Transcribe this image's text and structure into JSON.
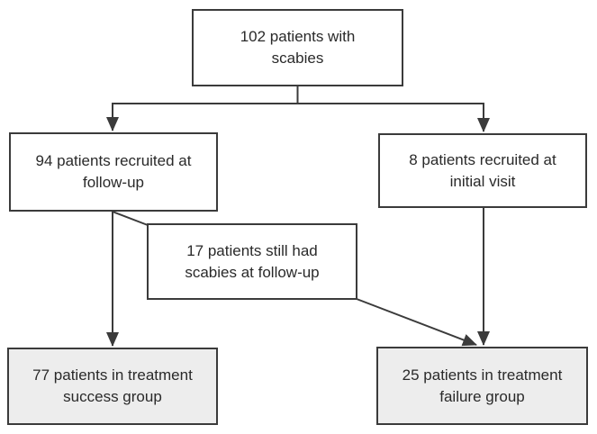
{
  "figure": {
    "type": "flowchart",
    "description": "Patient disposition flow diagram for a scabies treatment study",
    "background": "#ffffff",
    "colors": {
      "border": "#3b3b3b",
      "connector": "#3b3b3b",
      "text": "#2a2a2a",
      "node_fill": "#ffffff",
      "terminal_fill": "#ededed",
      "background": "#ffffff"
    },
    "nodes": {
      "total_patients": {
        "label": "102 patients with\nscabies",
        "count": 102,
        "fill": "white"
      },
      "recruited_followup": {
        "label": "94 patients recruited at\nfollow-up",
        "count": 94,
        "fill": "white"
      },
      "recruited_initial": {
        "label": "8 patients recruited at\ninitial visit",
        "count": 8,
        "fill": "white"
      },
      "still_scabies": {
        "label": "17 patients still had\nscabies at follow-up",
        "count": 17,
        "fill": "white"
      },
      "treatment_success": {
        "label": "77 patients in treatment\nsuccess group",
        "count": 77,
        "fill": "gray"
      },
      "treatment_failure": {
        "label": "25 patients in treatment\nfailure group",
        "count": 25,
        "fill": "gray"
      }
    },
    "edges": [
      {
        "from": "total_patients",
        "to": "recruited_followup",
        "arrow": true,
        "style": "elbow"
      },
      {
        "from": "total_patients",
        "to": "recruited_initial",
        "arrow": true,
        "style": "elbow"
      },
      {
        "from": "recruited_followup",
        "to": "treatment_success",
        "arrow": true,
        "style": "straight"
      },
      {
        "from": "recruited_followup",
        "to": "still_scabies",
        "arrow": false,
        "style": "diagonal"
      },
      {
        "from": "still_scabies",
        "to": "treatment_failure",
        "arrow": true,
        "style": "diagonal"
      },
      {
        "from": "recruited_initial",
        "to": "treatment_failure",
        "arrow": true,
        "style": "straight"
      }
    ]
  }
}
